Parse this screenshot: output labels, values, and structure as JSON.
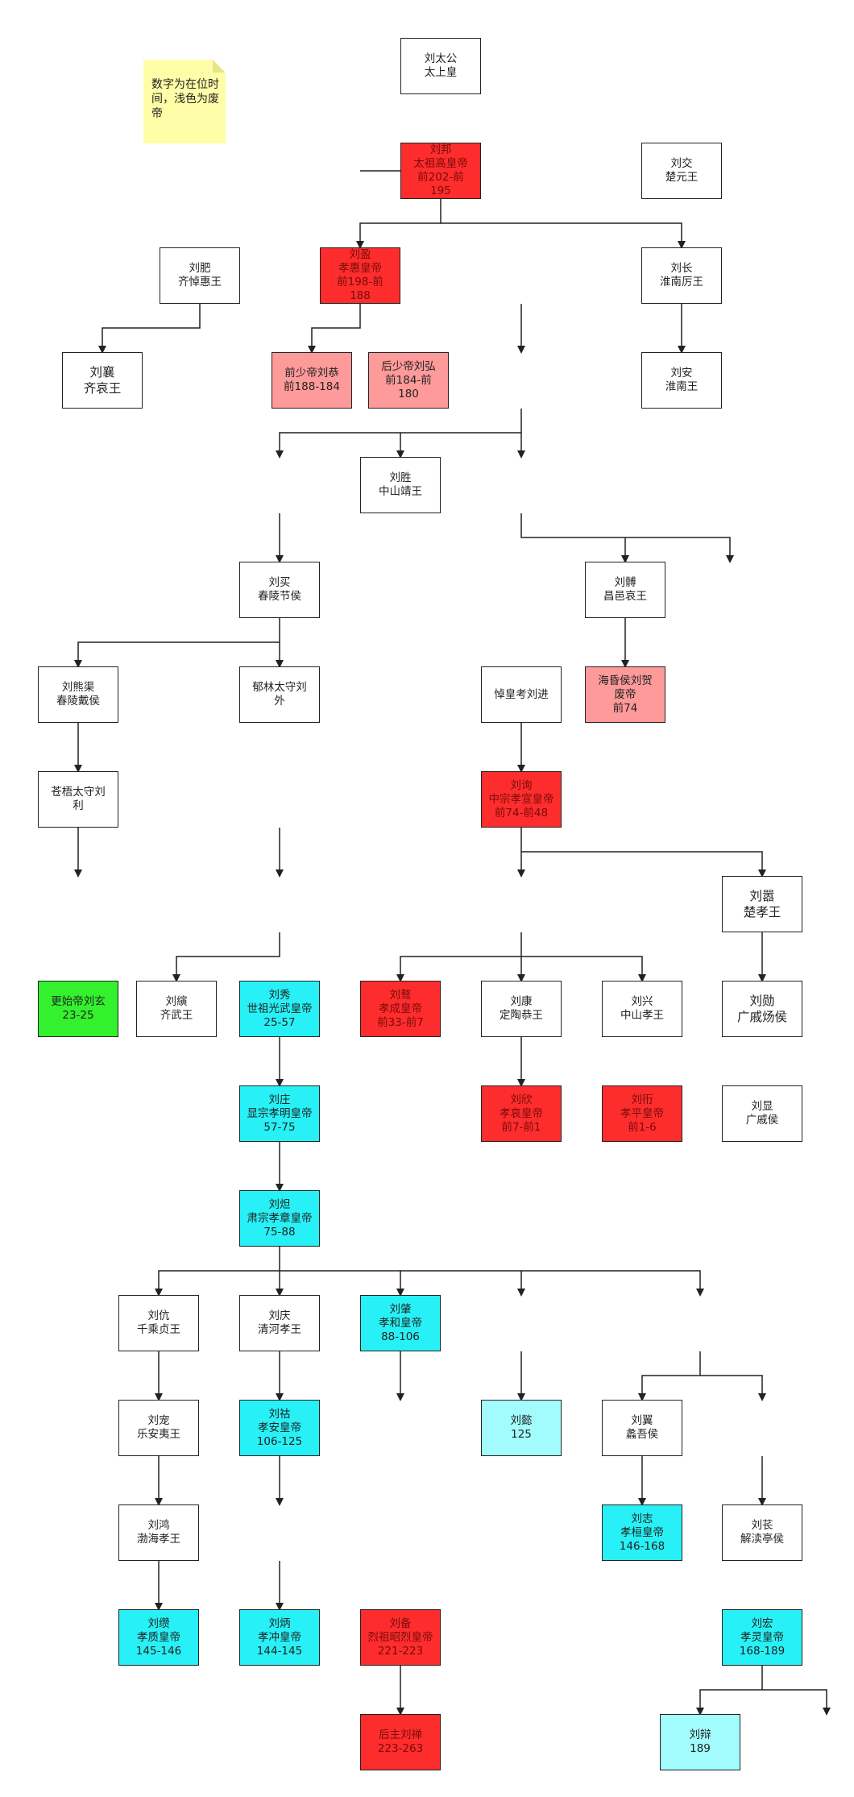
{
  "note": {
    "text": "数字为在位时间，浅色为废帝"
  },
  "nodes": [
    {
      "id": "liu-taigong",
      "lines": [
        "刘太公",
        "太上皇"
      ],
      "style": "white"
    },
    {
      "id": "liu-bang",
      "lines": [
        "刘邦",
        "太祖高皇帝",
        "前202-前",
        "195"
      ],
      "style": "red"
    },
    {
      "id": "liu-jiao",
      "lines": [
        "刘交",
        "楚元王"
      ],
      "style": "white"
    },
    {
      "id": "liu-fei",
      "lines": [
        "刘肥",
        "齐悼惠王"
      ],
      "style": "white"
    },
    {
      "id": "liu-ying",
      "lines": [
        "刘盈",
        "孝惠皇帝",
        "前198-前",
        "188"
      ],
      "style": "red"
    },
    {
      "id": "liu-chang",
      "lines": [
        "刘长",
        "淮南厉王"
      ],
      "style": "white"
    },
    {
      "id": "liu-xiang",
      "lines": [
        "刘襄",
        "齐哀王"
      ],
      "style": "white",
      "large": true
    },
    {
      "id": "liu-gong",
      "lines": [
        "前少帝刘恭",
        "前188-184"
      ],
      "style": "pink"
    },
    {
      "id": "liu-hong",
      "lines": [
        "后少帝刘弘",
        "前184-前",
        "180"
      ],
      "style": "pink"
    },
    {
      "id": "liu-an",
      "lines": [
        "刘安",
        "淮南王"
      ],
      "style": "white"
    },
    {
      "id": "liu-sheng",
      "lines": [
        "刘胜",
        "中山靖王"
      ],
      "style": "white"
    },
    {
      "id": "liu-mai",
      "lines": [
        "刘买",
        "春陵节侯"
      ],
      "style": "white"
    },
    {
      "id": "liu-bo",
      "lines": [
        "刘髆",
        "昌邑哀王"
      ],
      "style": "white"
    },
    {
      "id": "liu-xiongqu",
      "lines": [
        "刘熊渠",
        "春陵戴侯"
      ],
      "style": "white"
    },
    {
      "id": "liu-wai",
      "lines": [
        "郁林太守刘",
        "外"
      ],
      "style": "white"
    },
    {
      "id": "liu-jin",
      "lines": [
        "悼皇考刘进"
      ],
      "style": "white"
    },
    {
      "id": "liu-he",
      "lines": [
        "海昏侯刘贺",
        "废帝",
        "前74"
      ],
      "style": "pink"
    },
    {
      "id": "liu-li",
      "lines": [
        "苍梧太守刘",
        "利"
      ],
      "style": "white"
    },
    {
      "id": "liu-xun",
      "lines": [
        "刘询",
        "中宗孝宣皇帝",
        "前74-前48"
      ],
      "style": "red"
    },
    {
      "id": "liu-xiao",
      "lines": [
        "刘嚣",
        "楚孝王"
      ],
      "style": "white",
      "large": true
    },
    {
      "id": "liu-xuan",
      "lines": [
        "更始帝刘玄",
        "23-25"
      ],
      "style": "green"
    },
    {
      "id": "liu-yan",
      "lines": [
        "刘縯",
        "齐武王"
      ],
      "style": "white"
    },
    {
      "id": "liu-xiu",
      "lines": [
        "刘秀",
        "世祖光武皇帝",
        "25-57"
      ],
      "style": "cyan"
    },
    {
      "id": "liu-ao",
      "lines": [
        "刘骜",
        "孝成皇帝",
        "前33-前7"
      ],
      "style": "red"
    },
    {
      "id": "liu-kang",
      "lines": [
        "刘康",
        "定陶恭王"
      ],
      "style": "white"
    },
    {
      "id": "liu-xing",
      "lines": [
        "刘兴",
        "中山孝王"
      ],
      "style": "white"
    },
    {
      "id": "liu-xun2",
      "lines": [
        "刘勋",
        "广戚炀侯"
      ],
      "style": "white",
      "large": true
    },
    {
      "id": "liu-zhuang",
      "lines": [
        "刘庄",
        "显宗孝明皇帝",
        "57-75"
      ],
      "style": "cyan"
    },
    {
      "id": "liu-xin",
      "lines": [
        "刘欣",
        "孝哀皇帝",
        "前7-前1"
      ],
      "style": "red"
    },
    {
      "id": "liu-kan",
      "lines": [
        "刘衎",
        "孝平皇帝",
        "前1-6"
      ],
      "style": "red"
    },
    {
      "id": "liu-xian",
      "lines": [
        "刘显",
        "广戚侯"
      ],
      "style": "white"
    },
    {
      "id": "liu-da",
      "lines": [
        "刘炟",
        "肃宗孝章皇帝",
        "75-88"
      ],
      "style": "cyan"
    },
    {
      "id": "liu-kang2",
      "lines": [
        "刘伉",
        "千乘贞王"
      ],
      "style": "white"
    },
    {
      "id": "liu-qing",
      "lines": [
        "刘庆",
        "清河孝王"
      ],
      "style": "white"
    },
    {
      "id": "liu-zhao",
      "lines": [
        "刘肇",
        "孝和皇帝",
        "88-106"
      ],
      "style": "cyan"
    },
    {
      "id": "liu-chong",
      "lines": [
        "刘宠",
        "乐安夷王"
      ],
      "style": "white"
    },
    {
      "id": "liu-hu",
      "lines": [
        "刘祜",
        "孝安皇帝",
        "106-125"
      ],
      "style": "cyan"
    },
    {
      "id": "liu-yi",
      "lines": [
        "刘懿",
        "125"
      ],
      "style": "lightcyan"
    },
    {
      "id": "liu-yi2",
      "lines": [
        "刘翼",
        "蠡吾侯"
      ],
      "style": "white"
    },
    {
      "id": "liu-hong2",
      "lines": [
        "刘鸿",
        "渤海孝王"
      ],
      "style": "white"
    },
    {
      "id": "liu-zhi",
      "lines": [
        "刘志",
        "孝桓皇帝",
        "146-168"
      ],
      "style": "cyan"
    },
    {
      "id": "liu-chang2",
      "lines": [
        "刘苌",
        "解渎亭侯"
      ],
      "style": "white"
    },
    {
      "id": "liu-zuan",
      "lines": [
        "刘缵",
        "孝质皇帝",
        "145-146"
      ],
      "style": "cyan"
    },
    {
      "id": "liu-bing",
      "lines": [
        "刘炳",
        "孝冲皇帝",
        "144-145"
      ],
      "style": "cyan"
    },
    {
      "id": "liu-bei",
      "lines": [
        "刘备",
        "烈祖昭烈皇帝",
        "221-223"
      ],
      "style": "red"
    },
    {
      "id": "liu-hong3",
      "lines": [
        "刘宏",
        "孝灵皇帝",
        "168-189"
      ],
      "style": "cyan"
    },
    {
      "id": "liu-shan",
      "lines": [
        "后主刘禅",
        "223-263"
      ],
      "style": "red"
    },
    {
      "id": "liu-bian",
      "lines": [
        "刘辩",
        "189"
      ],
      "style": "lightcyan"
    }
  ]
}
